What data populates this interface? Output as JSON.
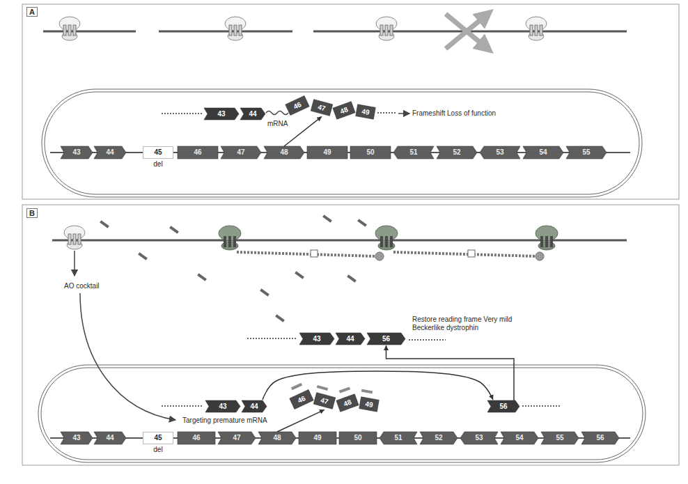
{
  "diagram": {
    "nodes": [
      {
        "text": [
          "43"
        ]
      },
      {
        "text": [
          "44"
        ]
      },
      {
        "text": [
          "46"
        ]
      },
      {
        "text": [
          "47"
        ]
      },
      {
        "text": [
          "48"
        ]
      },
      {
        "text": [
          "49"
        ]
      },
      {
        "text": [
          "43"
        ]
      },
      {
        "text": [
          "44"
        ]
      },
      {
        "text": [
          "45",
          "del"
        ]
      },
      {
        "text": [
          "46"
        ]
      },
      {
        "text": [
          "47"
        ]
      },
      {
        "text": [
          "48"
        ]
      },
      {
        "text": [
          "49"
        ]
      },
      {
        "text": [
          "50"
        ]
      },
      {
        "text": [
          "51"
        ]
      },
      {
        "text": [
          "52"
        ]
      },
      {
        "text": [
          "53"
        ]
      },
      {
        "text": [
          "54"
        ]
      },
      {
        "text": [
          "55"
        ]
      },
      {
        "text": [
          "43"
        ]
      },
      {
        "text": [
          "44"
        ]
      },
      {
        "text": [
          "56"
        ]
      },
      {
        "text": [
          "43"
        ]
      },
      {
        "text": [
          "44"
        ]
      },
      {
        "text": [
          "46"
        ]
      },
      {
        "text": [
          "47"
        ]
      },
      {
        "text": [
          "48"
        ]
      },
      {
        "text": [
          "49"
        ]
      },
      {
        "text": [
          "56"
        ]
      },
      {
        "text": [
          "43"
        ]
      },
      {
        "text": [
          "44"
        ]
      },
      {
        "text": [
          "45",
          "del"
        ]
      },
      {
        "text": [
          "46"
        ]
      },
      {
        "text": [
          "47"
        ]
      },
      {
        "text": [
          "48"
        ]
      },
      {
        "text": [
          "49"
        ]
      },
      {
        "text": [
          "50"
        ]
      },
      {
        "text": [
          "51"
        ]
      },
      {
        "text": [
          "52"
        ]
      },
      {
        "text": [
          "53"
        ]
      },
      {
        "text": [
          "54"
        ]
      },
      {
        "text": [
          "55"
        ]
      },
      {
        "text": [
          "56"
        ]
      }
    ],
    "edges": [
      {
        "from": 11,
        "to": 3,
        "arrow": "to"
      },
      {
        "from": 34,
        "to": 25,
        "arrow": "to"
      },
      {
        "from": 28,
        "to": 21,
        "arrow": "to"
      },
      {
        "from": 23,
        "to": 28,
        "arrow": "to"
      }
    ],
    "labels": [
      "A",
      "mRNA",
      "Frameshift Loss of function",
      "B",
      "AO cocktail",
      "Restore reading frame Very mild Beckerlike dystrophin",
      "Targeting premature mRNA"
    ]
  }
}
